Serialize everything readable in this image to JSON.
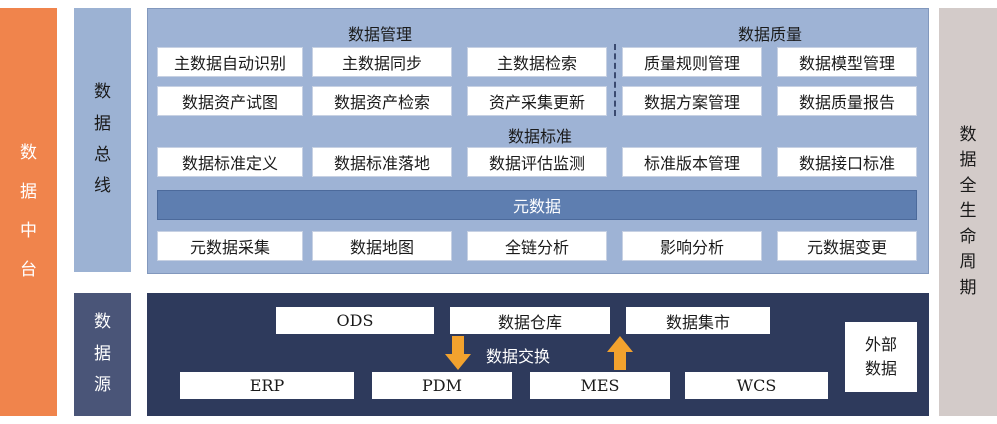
{
  "left_label": [
    "数",
    "据",
    "中",
    "台"
  ],
  "bus_label": [
    "数",
    "据",
    "总",
    "线"
  ],
  "source_label": [
    "数",
    "据",
    "源"
  ],
  "right_label": [
    "数",
    "据",
    "全",
    "生",
    "命",
    "周",
    "期"
  ],
  "upper": {
    "management_title": "数据管理",
    "quality_title": "数据质量",
    "standard_title": "数据标准",
    "row1": [
      "主数据自动识别",
      "主数据同步",
      "主数据检索",
      "质量规则管理",
      "数据模型管理"
    ],
    "row2": [
      "数据资产试图",
      "数据资产检索",
      "资产采集更新",
      "数据方案管理",
      "数据质量报告"
    ],
    "row3": [
      "数据标准定义",
      "数据标准落地",
      "数据评估监测",
      "标准版本管理",
      "数据接口标准"
    ],
    "metadata": "元数据",
    "row4": [
      "元数据采集",
      "数据地图",
      "全链分析",
      "影响分析",
      "元数据变更"
    ]
  },
  "lower": {
    "top_row": [
      "ODS",
      "数据仓库",
      "数据集市"
    ],
    "exchange": "数据交换",
    "bottom_row": [
      "ERP",
      "PDM",
      "MES",
      "WCS"
    ],
    "external": [
      "外部",
      "数据"
    ]
  },
  "colors": {
    "orange": "#f0844c",
    "arrow": "#f2a22e",
    "upper_bg": "#9eb3d5",
    "lower_bg": "#2e3a5c",
    "metadata_bar": "#5e7eb0"
  }
}
